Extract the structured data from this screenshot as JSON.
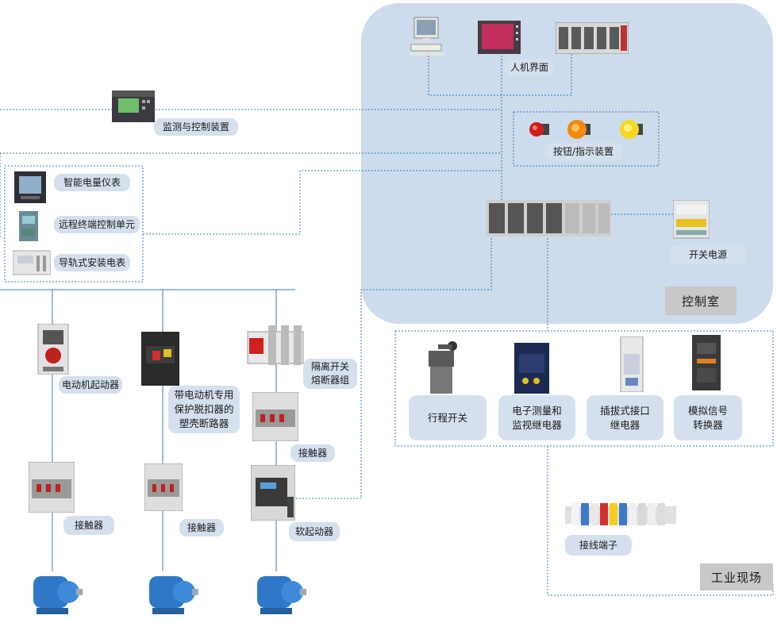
{
  "zones": {
    "control_room": "控制室",
    "field": "工业现场"
  },
  "labels": {
    "hmi": "人机界面",
    "monitoring": "监测与控制装置",
    "buttons": "按钮/指示装置",
    "smart_meter": "智能电量仪表",
    "rtu": "远程终端控制单元",
    "din_meter": "导轨式安装电表",
    "power_supply": "开关电源",
    "motor_starter": "电动机起动器",
    "mccb": "带电动机专用\n保护脱扣器的\n塑壳断路器",
    "switch_fuse": "隔离开关\n熔断器组",
    "contactor_right": "接触器",
    "contactor_left": "接触器",
    "contactor_mid": "接触器",
    "soft_starter": "软起动器",
    "limit_switch": "行程开关",
    "measure_relay": "电子测量和\n监视继电器",
    "plugin_relay": "插拔式接口\n继电器",
    "signal_converter": "模拟信号\n转换器",
    "terminals": "接线端子"
  },
  "colors": {
    "control_room_bg": "#ccdcec",
    "label_bg": "#d5e0ee",
    "zone_tag_bg": "#c8c8c8",
    "line": "#3a78b8",
    "motor_blue": "#2f78c8"
  },
  "icons": [
    "pc-icon",
    "hmi-screen-icon",
    "plc-rack-icon",
    "meter-icon",
    "pushbutton-icon",
    "indicator-lamp-icon",
    "power-supply-icon",
    "motor-starter-icon",
    "mccb-icon",
    "switch-fuse-icon",
    "contactor-icon",
    "soft-starter-icon",
    "limit-switch-icon",
    "relay-icon",
    "terminal-block-icon",
    "motor-icon"
  ]
}
